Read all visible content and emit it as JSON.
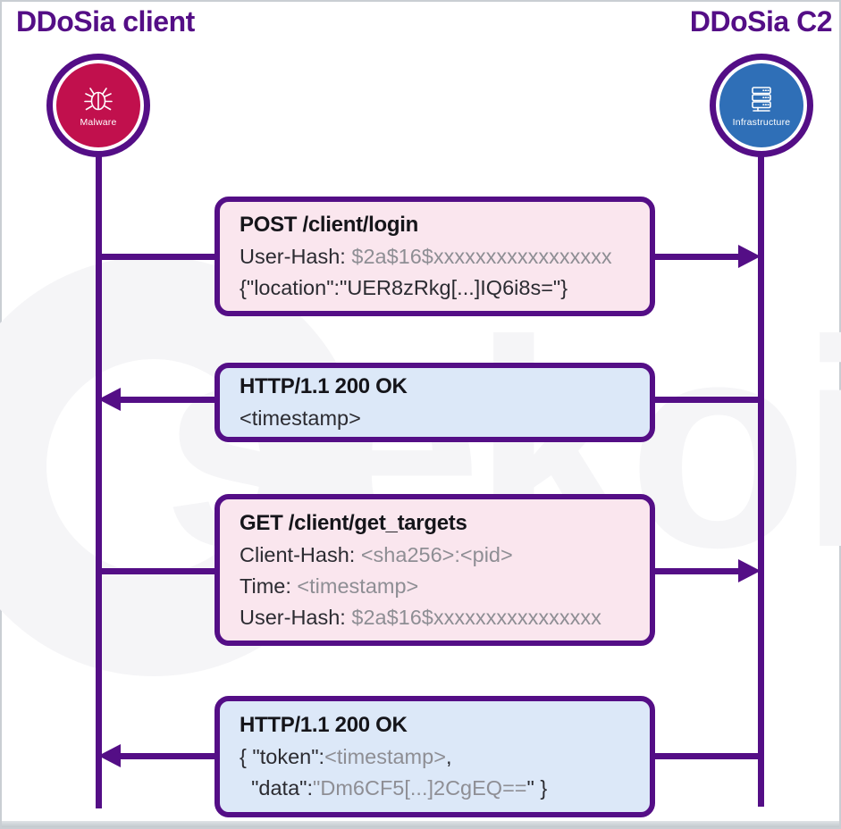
{
  "diagram": {
    "left_column_title": "DDoSia client",
    "right_column_title": "DDoSia C2",
    "actors": {
      "malware": {
        "label": "Malware"
      },
      "infrastructure": {
        "label": "Infrastructure"
      }
    },
    "messages": [
      {
        "kind": "request",
        "direction": "right",
        "title": "POST /client/login",
        "lines": [
          {
            "segments": [
              {
                "text": "User-Hash: ",
                "tone": "dark"
              },
              {
                "text": "$2a$16$xxxxxxxxxxxxxxxxx",
                "tone": "muted"
              }
            ]
          },
          {
            "segments": [
              {
                "text": "{\"location\":\"UER8zRkg[...]IQ6i8s=\"}",
                "tone": "dark"
              }
            ]
          }
        ]
      },
      {
        "kind": "response",
        "direction": "left",
        "title": "HTTP/1.1 200 OK",
        "lines": [
          {
            "segments": [
              {
                "text": "<timestamp>",
                "tone": "dark"
              }
            ]
          }
        ]
      },
      {
        "kind": "request",
        "direction": "right",
        "title": "GET /client/get_targets",
        "lines": [
          {
            "segments": [
              {
                "text": "Client-Hash: ",
                "tone": "dark"
              },
              {
                "text": "<sha256>:<pid>",
                "tone": "muted"
              }
            ]
          },
          {
            "segments": [
              {
                "text": "Time: ",
                "tone": "dark"
              },
              {
                "text": "<timestamp>",
                "tone": "muted"
              }
            ]
          },
          {
            "segments": [
              {
                "text": "User-Hash: ",
                "tone": "dark"
              },
              {
                "text": "$2a$16$xxxxxxxxxxxxxxxx",
                "tone": "muted"
              }
            ]
          }
        ]
      },
      {
        "kind": "response",
        "direction": "left",
        "title": "HTTP/1.1 200 OK",
        "lines": [
          {
            "segments": [
              {
                "text": "{ \"token\":",
                "tone": "dark"
              },
              {
                "text": "<timestamp>",
                "tone": "muted"
              },
              {
                "text": ",",
                "tone": "dark"
              }
            ]
          },
          {
            "segments": [
              {
                "text": "  \"data\":",
                "tone": "dark"
              },
              {
                "text": "\"Dm6CF5[...]2CgEQ==",
                "tone": "muted"
              },
              {
                "text": "\" }",
                "tone": "dark"
              }
            ]
          }
        ]
      }
    ],
    "watermark_text": "sekoia"
  },
  "colors": {
    "purple": "#540E86",
    "crimson": "#C1104D",
    "blue": "#2F6FB7",
    "pink_bg": "#FAE6EE",
    "blue_bg": "#DCE8F8",
    "muted": "#8E8E94",
    "dark": "#2B2B31",
    "near_black": "#15151A",
    "border_gray": "#C9CED3",
    "watermark": "#F5F5F7"
  }
}
